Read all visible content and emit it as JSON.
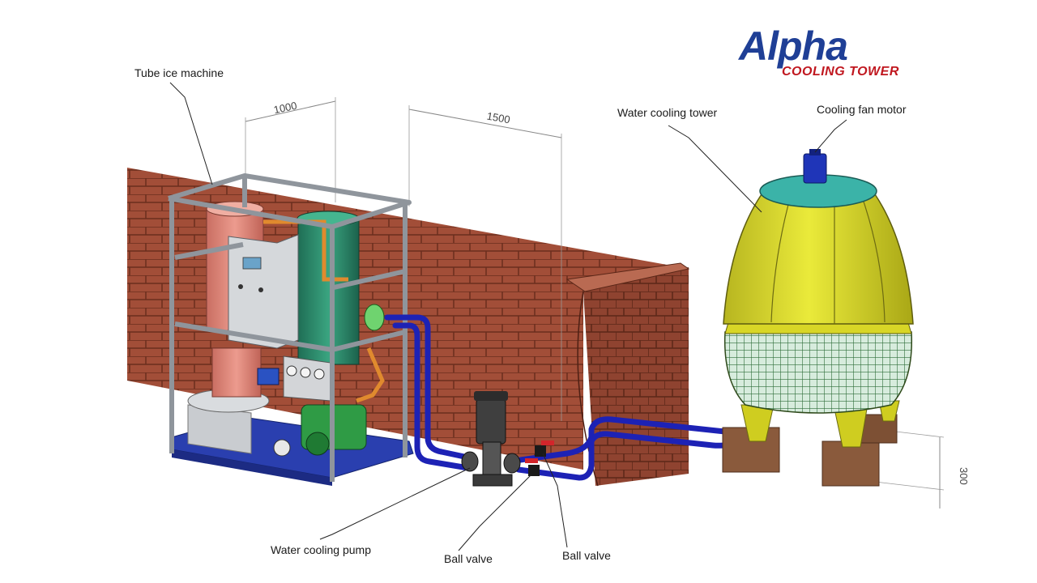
{
  "logo": {
    "brand": "Alpha",
    "tagline": "COOLING TOWER"
  },
  "labels": {
    "tube_ice_machine": "Tube ice machine",
    "water_cooling_tower": "Water cooling tower",
    "cooling_fan_motor": "Cooling fan motor",
    "water_cooling_pump": "Water cooling pump",
    "ball_valve_1": "Ball valve",
    "ball_valve_2": "Ball valve"
  },
  "dimensions": {
    "frame_width": "1000",
    "clearance": "1500",
    "base_height": "300"
  },
  "colors": {
    "brick": "#a24e38",
    "mortar": "#6b2d1e",
    "tower_body": "#dede2a",
    "tower_top": "#3bb3a8",
    "pipe": "#1d22b5",
    "frame": "#9aa0a6",
    "ice_tank": "#e0897c",
    "condenser": "#2e8b6e",
    "base": "#2a3faf",
    "wood": "#8a5a3c"
  }
}
